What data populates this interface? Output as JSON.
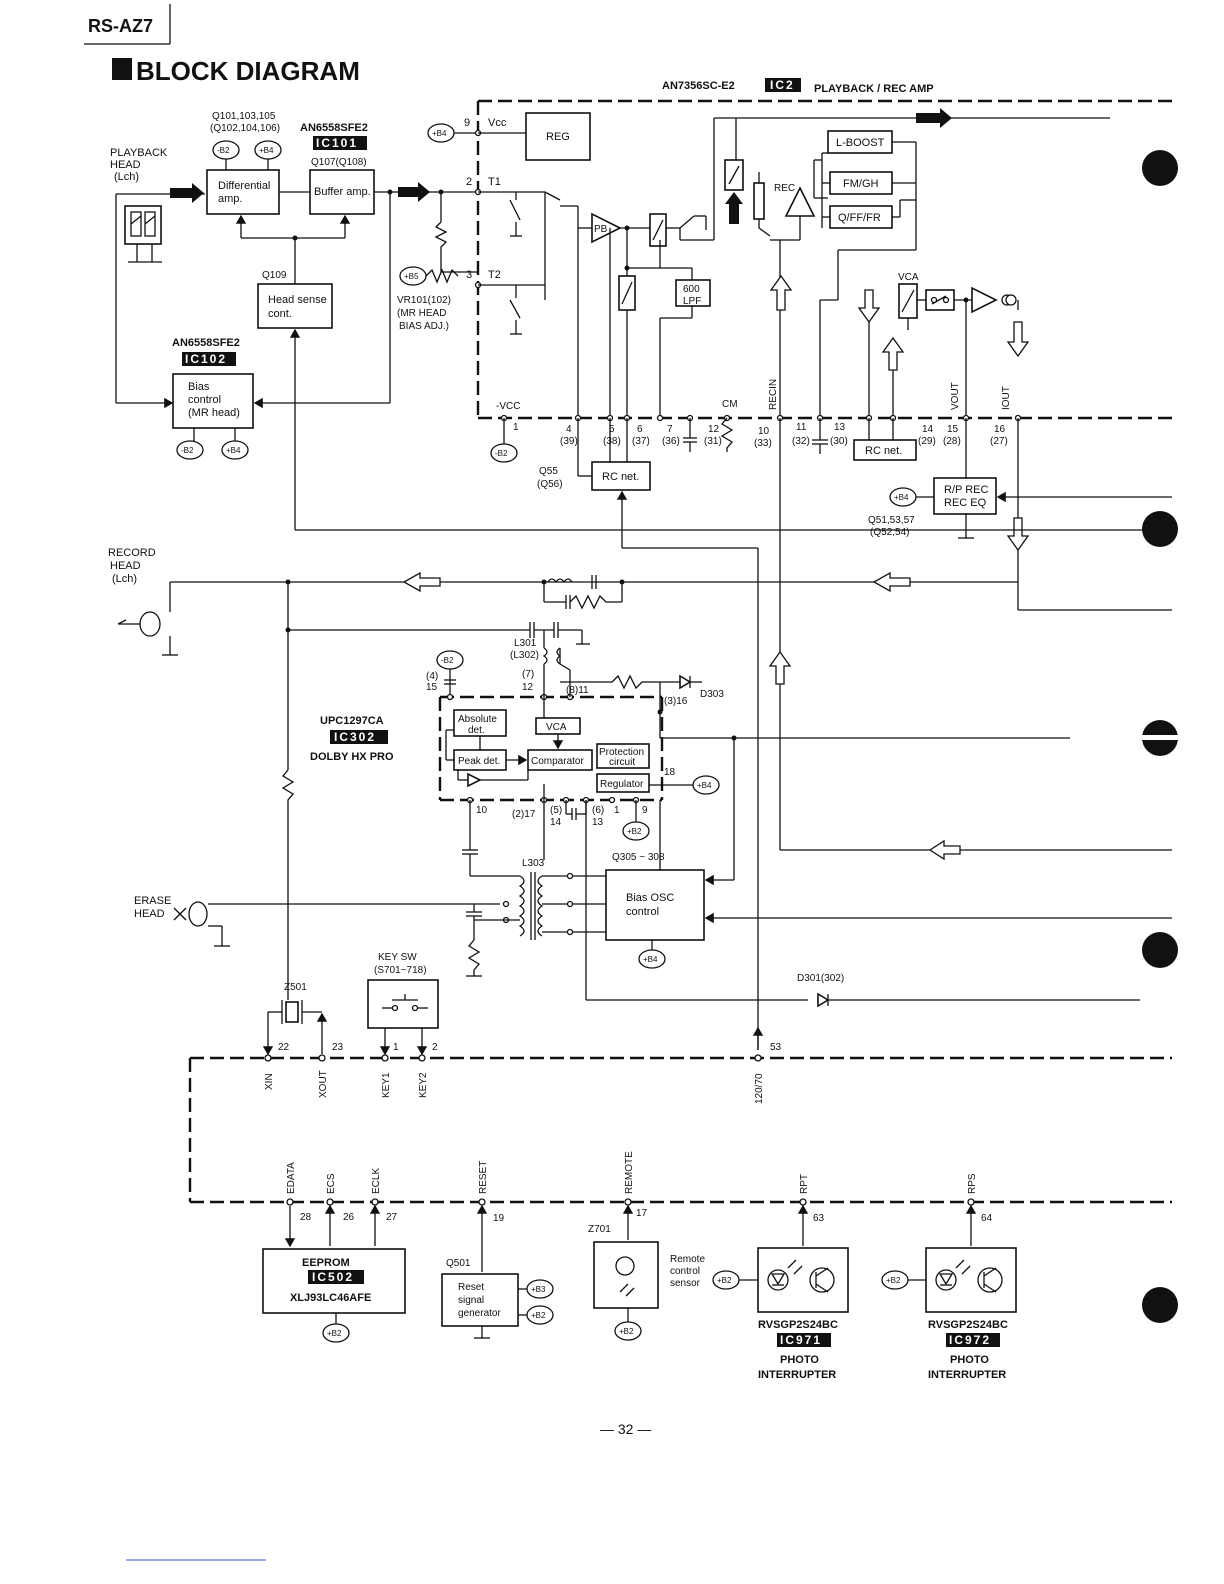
{
  "header": {
    "model": "RS-AZ7",
    "title": "BLOCK DIAGRAM",
    "page_number": "— 32 —"
  },
  "ic2": {
    "part": "AN7356SC-E2",
    "badge": "IC2",
    "function": "PLAYBACK / REC AMP"
  },
  "ic101": {
    "part": "AN6558SFE2",
    "badge": "IC101"
  },
  "ic102": {
    "part": "AN6558SFE2",
    "badge": "IC102"
  },
  "ic302": {
    "part": "UPC1297CA",
    "badge": "IC302",
    "function": "DOLBY HX PRO"
  },
  "ic502": {
    "part": "XLJ93LC46AFE",
    "badge": "IC502",
    "name": "EEPROM"
  },
  "ic971": {
    "part": "RVSGP2S24BC",
    "badge": "IC971",
    "function_1": "PHOTO",
    "function_2": "INTERRUPTER"
  },
  "ic972": {
    "part": "RVSGP2S24BC",
    "badge": "IC972",
    "function_1": "PHOTO",
    "function_2": "INTERRUPTER"
  },
  "heads": {
    "playback_1": "PLAYBACK",
    "playback_2": "HEAD",
    "playback_3": "(Lch)",
    "record_1": "RECORD",
    "record_2": "HEAD",
    "record_3": "(Lch)",
    "erase_1": "ERASE",
    "erase_2": "HEAD"
  },
  "blocks": {
    "diff_amp_1": "Differential",
    "diff_amp_2": "amp.",
    "buffer_amp": "Buffer amp.",
    "head_sense_1": "Head sense",
    "head_sense_2": "cont.",
    "bias_control_1": "Bias",
    "bias_control_2": "control",
    "bias_control_3": "(MR head)",
    "reg": "REG",
    "l_boost": "L-BOOST",
    "fm_gh": "FM/GH",
    "q_ff_fr": "Q/FF/FR",
    "lpf_1": "600",
    "lpf_2": "LPF",
    "pb": "PB",
    "rec": "REC",
    "vca": "VCA",
    "rc_net": "RC net.",
    "rp_rec_1": "R/P REC",
    "rp_rec_2": "REC EQ",
    "absolute_det_1": "Absolute",
    "absolute_det_2": "det.",
    "peak_det": "Peak det.",
    "comparator": "Comparator",
    "protection_1": "Protection",
    "protection_2": "circuit",
    "regulator": "Regulator",
    "bias_osc_1": "Bias OSC",
    "bias_osc_2": "control",
    "key_sw_1": "KEY SW",
    "key_sw_2": "(S701~718)",
    "reset_1": "Reset",
    "reset_2": "signal",
    "reset_3": "generator",
    "remote_1": "Remote",
    "remote_2": "control",
    "remote_3": "sensor"
  },
  "transistors": {
    "q101": "Q101,103,105",
    "q102": "(Q102,104,106)",
    "q107": "Q107(Q108)",
    "q109": "Q109",
    "q55": "Q55",
    "q56": "(Q56)",
    "q51": "Q51,53,57",
    "q52": "(Q52,54)",
    "q305": "Q305 ~ 308",
    "q501": "Q501",
    "z701": "Z701",
    "z501": "Z501",
    "d303": "D303",
    "d301": "D301(302)",
    "l301": "L301",
    "l302": "(L302)",
    "l303": "L303",
    "vr101_1": "VR101(102)",
    "vr101_2": "(MR HEAD",
    "vr101_3": "BIAS ADJ.)"
  },
  "supplies": {
    "mb2": "-B2",
    "pb4": "+B4",
    "pb5": "+B5",
    "pb3": "+B3",
    "pb2": "+B2"
  },
  "ic2_pins": {
    "p9": "9",
    "vcc": "Vcc",
    "p2": "2",
    "t1": "T1",
    "p3": "3",
    "t2": "T2",
    "mvcc": "-VCC",
    "p1": "1",
    "p4": "4",
    "p4b": "(39)",
    "p5": "5",
    "p5b": "(38)",
    "p6": "6",
    "p6b": "(37)",
    "p7": "7",
    "p7b": "(36)",
    "p12": "12",
    "p12b": "(31)",
    "p10": "10",
    "p10b": "(33)",
    "p11": "11",
    "p11b": "(32)",
    "p13": "13",
    "p13b": "(30)",
    "p14": "14",
    "p14b": "(29)",
    "p15": "15",
    "p15b": "(28)",
    "p16": "16",
    "p16b": "(27)",
    "cm": "CM",
    "recin": "RECIN",
    "vout": "VOUT",
    "iout": "IOUT"
  },
  "ic302_pins": {
    "p15": "15",
    "p15b": "(4)",
    "p12": "12",
    "p12b": "(7)",
    "p11": "(8)11",
    "p16": "(3)16",
    "p18": "18",
    "p10": "10",
    "p17": "(2)17",
    "p14": "14",
    "p14b": "(5)",
    "p13": "13",
    "p13b": "(6)",
    "p1": "1",
    "p9": "9"
  },
  "mcu_pins": {
    "p22": "22",
    "p23": "23",
    "p1": "1",
    "p2": "2",
    "p53": "53",
    "xin": "XIN",
    "xout": "XOUT",
    "key1": "KEY1",
    "key2": "KEY2",
    "p120": "120/70",
    "edata": "EDATA",
    "ecs": "ECS",
    "eclk": "ECLK",
    "reset": "RESET",
    "remote": "REMOTE",
    "rpt": "RPT",
    "rps": "RPS",
    "p28": "28",
    "p26": "26",
    "p27": "27",
    "p19": "19",
    "p17": "17",
    "p63": "63",
    "p64": "64"
  }
}
